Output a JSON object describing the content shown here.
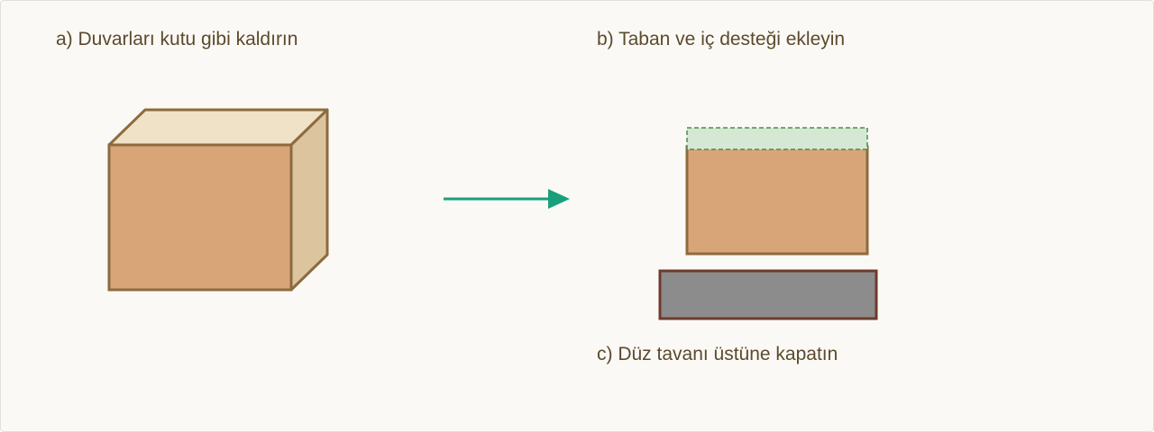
{
  "steps": {
    "a": "a) Duvarları kutu gibi kaldırın",
    "b": "b) Taban ve iç desteği ekleyin",
    "c": "c) Düz tavanı üstüne kapatın"
  },
  "colors": {
    "background": "#fbf9f5",
    "box_front": "#d8a579",
    "box_top": "#f0e2c6",
    "box_side": "#dcc59e",
    "box_stroke": "#8c6b3e",
    "arrow": "#17a07a",
    "support_fill": "#d5e8d4",
    "support_stroke": "#4e8a4e",
    "base_fill": "#8c8c8c",
    "base_stroke": "#6e3a2c"
  }
}
